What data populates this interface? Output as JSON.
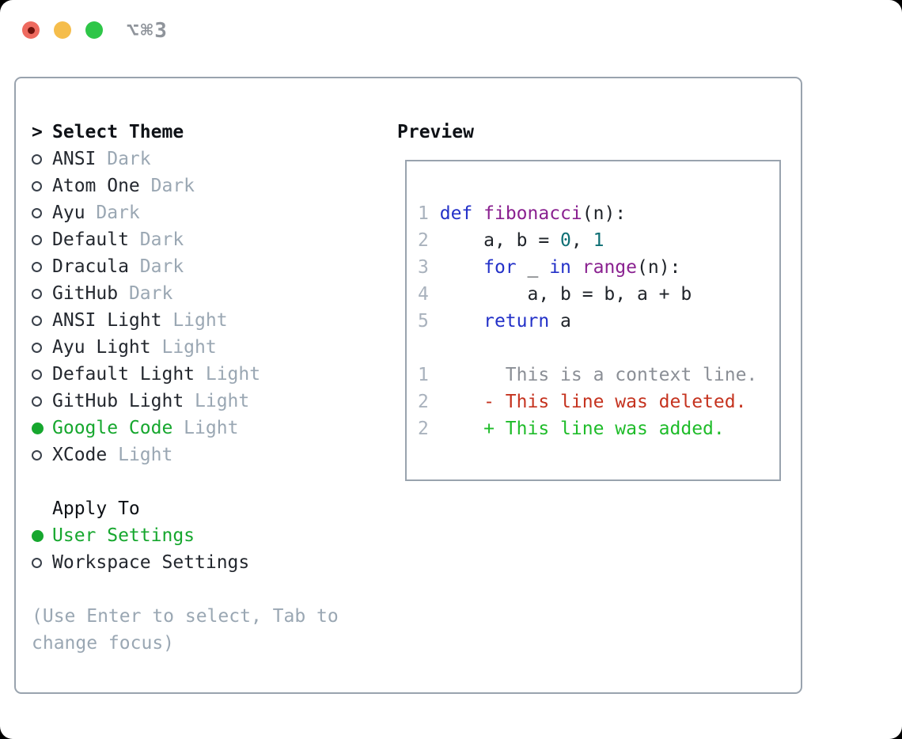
{
  "window": {
    "title": "⌥⌘3",
    "traffic_lights": [
      "close",
      "minimize",
      "maximize"
    ]
  },
  "theme_picker": {
    "prompt": ">",
    "title": "Select Theme",
    "themes": [
      {
        "name": "ANSI",
        "variant": "Dark",
        "selected": false
      },
      {
        "name": "Atom One",
        "variant": "Dark",
        "selected": false
      },
      {
        "name": "Ayu",
        "variant": "Dark",
        "selected": false
      },
      {
        "name": "Default",
        "variant": "Dark",
        "selected": false
      },
      {
        "name": "Dracula",
        "variant": "Dark",
        "selected": false
      },
      {
        "name": "GitHub",
        "variant": "Dark",
        "selected": false
      },
      {
        "name": "ANSI Light",
        "variant": "Light",
        "selected": false
      },
      {
        "name": "Ayu Light",
        "variant": "Light",
        "selected": false
      },
      {
        "name": "Default Light",
        "variant": "Light",
        "selected": false
      },
      {
        "name": "GitHub Light",
        "variant": "Light",
        "selected": false
      },
      {
        "name": "Google Code",
        "variant": "Light",
        "selected": true
      },
      {
        "name": "XCode",
        "variant": "Light",
        "selected": false
      }
    ],
    "apply_to": {
      "label": "Apply To",
      "options": [
        {
          "label": "User Settings",
          "selected": true
        },
        {
          "label": "Workspace Settings",
          "selected": false
        }
      ]
    },
    "help_lines": [
      "(Use Enter to select, Tab to",
      "change focus)"
    ]
  },
  "preview": {
    "title": "Preview",
    "code_lines": [
      {
        "num": "1",
        "tokens": [
          [
            " ",
            "pln"
          ],
          [
            "def",
            "kwd"
          ],
          [
            " ",
            "pln"
          ],
          [
            "fibonacci",
            "typ"
          ],
          [
            "(n):",
            "pln"
          ]
        ]
      },
      {
        "num": "2",
        "tokens": [
          [
            "     a, b = ",
            "pln"
          ],
          [
            "0",
            "lit"
          ],
          [
            ", ",
            "pln"
          ],
          [
            "1",
            "lit"
          ]
        ]
      },
      {
        "num": "3",
        "tokens": [
          [
            "     ",
            "pln"
          ],
          [
            "for",
            "kwd"
          ],
          [
            " _ ",
            "pln"
          ],
          [
            "in",
            "kwd"
          ],
          [
            " ",
            "pln"
          ],
          [
            "range",
            "typ"
          ],
          [
            "(n):",
            "pln"
          ]
        ]
      },
      {
        "num": "4",
        "tokens": [
          [
            "         a, b = b, a + b",
            "pln"
          ]
        ]
      },
      {
        "num": "5",
        "tokens": [
          [
            "     ",
            "pln"
          ],
          [
            "return",
            "kwd"
          ],
          [
            " a",
            "pln"
          ]
        ]
      },
      {
        "num": "",
        "tokens": []
      },
      {
        "num": "1",
        "tokens": [
          [
            "       This is a context line.",
            "ctx"
          ]
        ]
      },
      {
        "num": "2",
        "tokens": [
          [
            "     - This line was deleted.",
            "del"
          ]
        ]
      },
      {
        "num": "2",
        "tokens": [
          [
            "     + This line was added.",
            "add"
          ]
        ]
      }
    ]
  },
  "colors": {
    "accent_green": "#16a72e",
    "keyword_blue": "#2331c8",
    "function_purple": "#8a2190",
    "number_teal": "#0e6f74",
    "deleted_red": "#c5331f",
    "added_green": "#1fbc2a",
    "muted_gray": "#9aa7b3",
    "border_gray": "#99a3ae",
    "traffic_red": "#ee6a5f",
    "traffic_yellow": "#f5bd4b",
    "traffic_green": "#2ec648"
  }
}
